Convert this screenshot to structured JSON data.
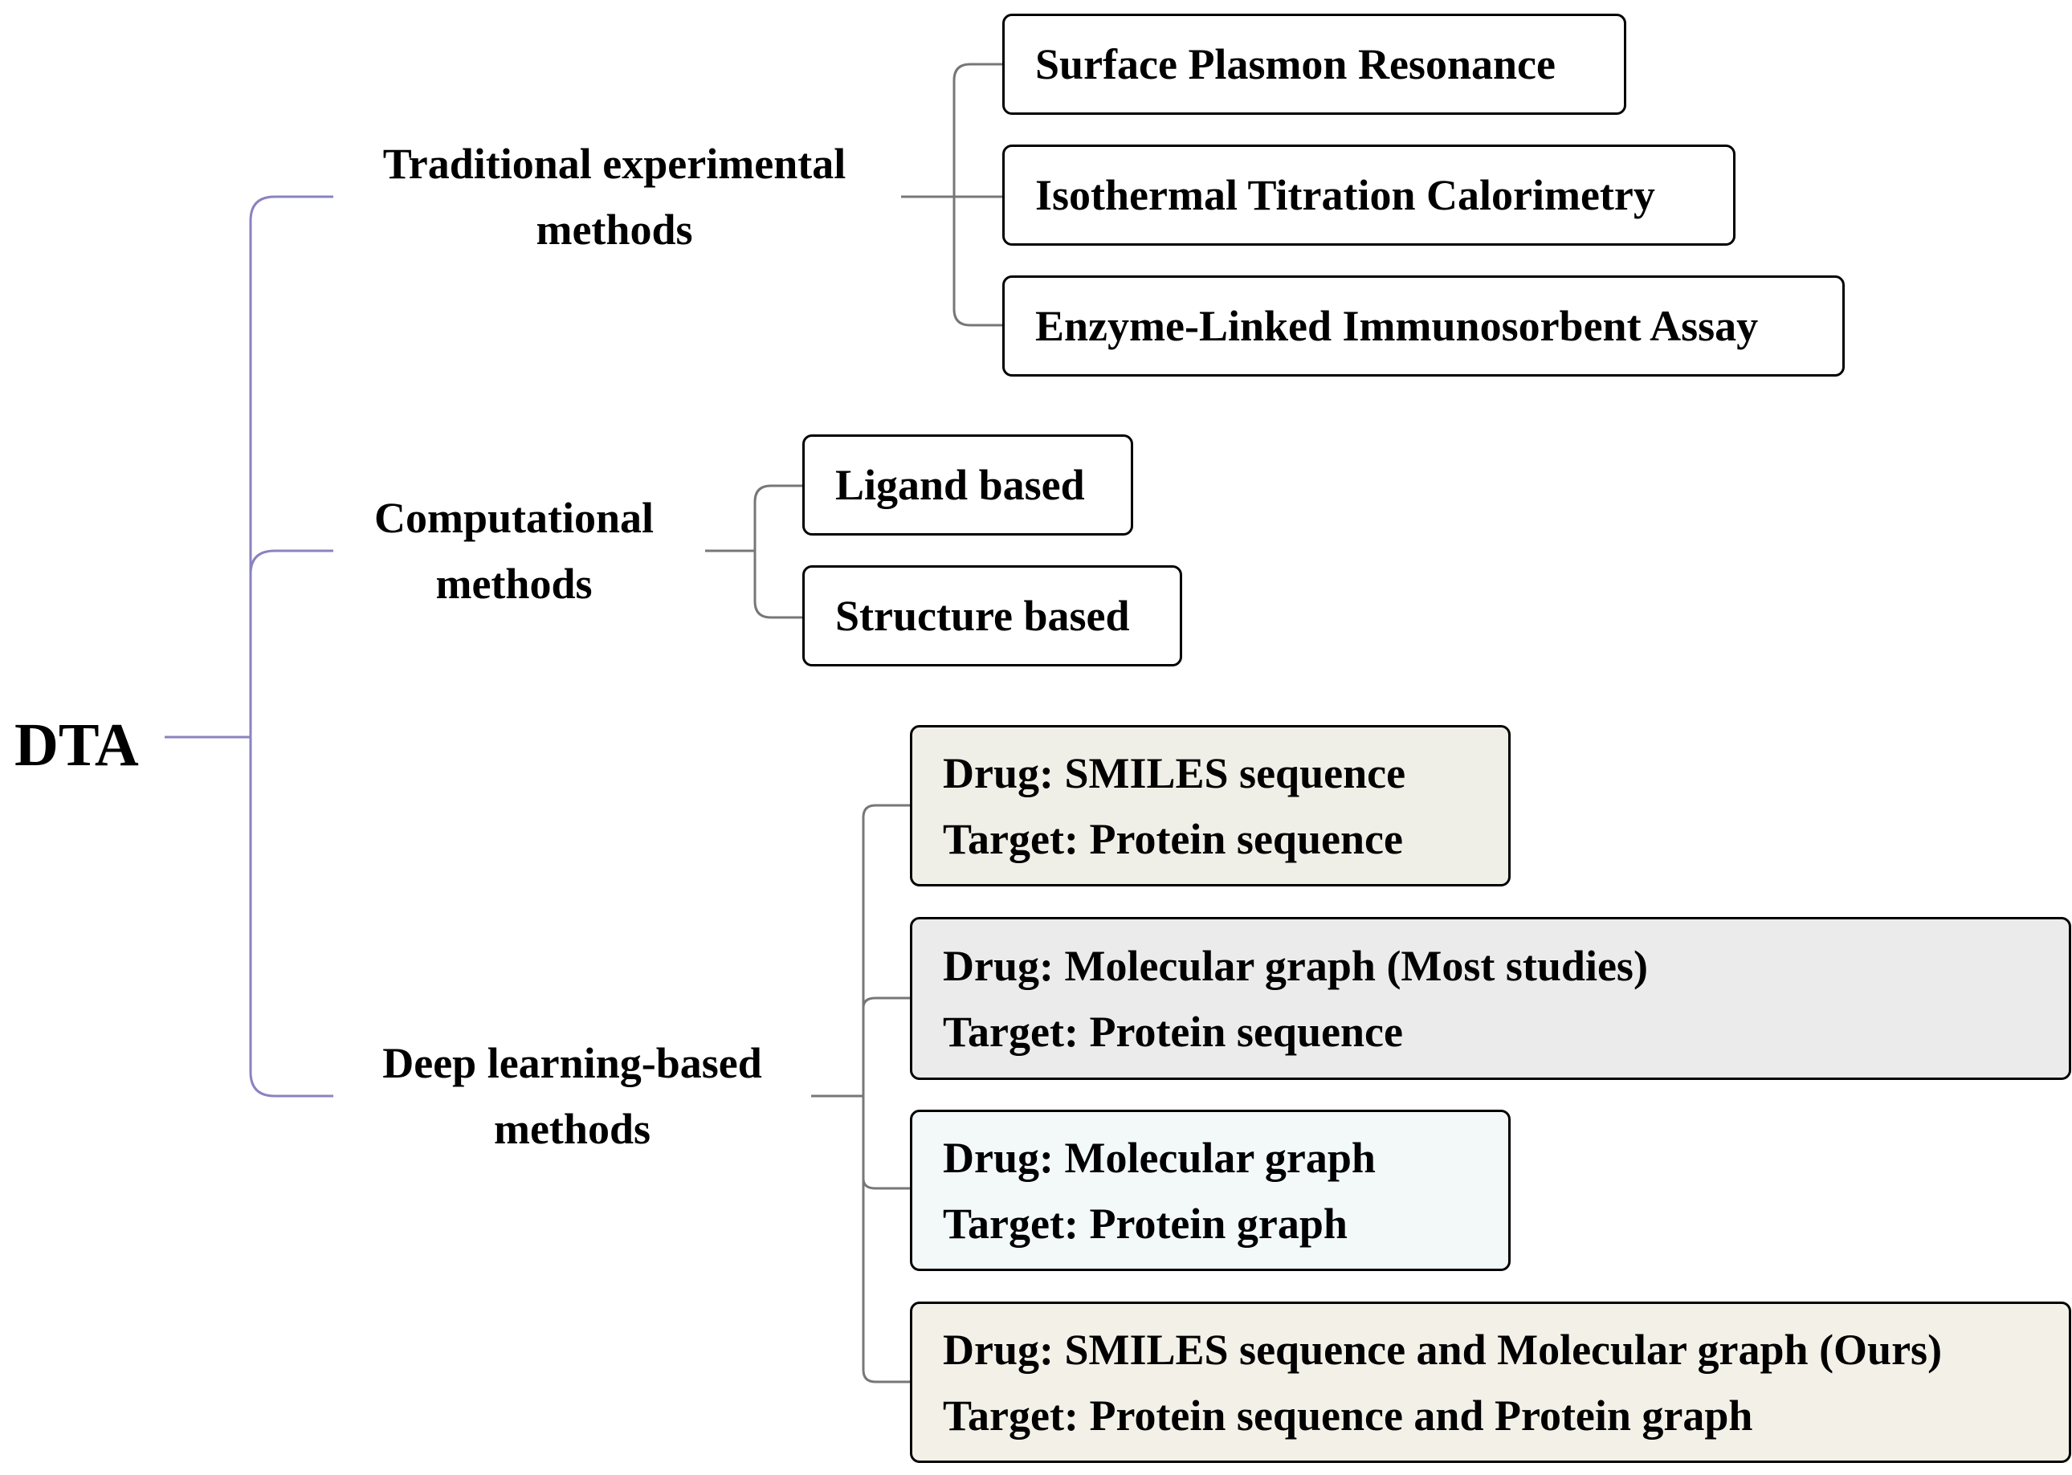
{
  "root": {
    "label": "DTA"
  },
  "categories": {
    "traditional": {
      "line1": "Traditional experimental",
      "line2": "methods"
    },
    "computational": {
      "line1": "Computational",
      "line2": "methods"
    },
    "deep_learning": {
      "line1": "Deep learning-based",
      "line2": "methods"
    }
  },
  "traditional_items": [
    {
      "label": "Surface Plasmon Resonance"
    },
    {
      "label": "Isothermal Titration Calorimetry"
    },
    {
      "label": "Enzyme-Linked Immunosorbent Assay"
    }
  ],
  "computational_items": [
    {
      "label": "Ligand based"
    },
    {
      "label": "Structure based"
    }
  ],
  "deep_learning_items": [
    {
      "drug": "Drug: SMILES sequence",
      "target": "Target: Protein sequence",
      "fill": "#f0efe7"
    },
    {
      "drug": "Drug: Molecular graph  (Most studies)",
      "target": "Target: Protein sequence",
      "fill": "#ebebeb"
    },
    {
      "drug": "Drug: Molecular graph",
      "target": "Target: Protein graph",
      "fill": "#f3f9f9"
    },
    {
      "drug": "Drug: SMILES sequence and Molecular graph  (Ours)",
      "target": "Target: Protein sequence and Protein graph",
      "fill": "#f3f0e8"
    }
  ],
  "colors": {
    "root_bracket": "#8a83c0",
    "branch_lines": "#777777",
    "box_border": "#000000"
  }
}
